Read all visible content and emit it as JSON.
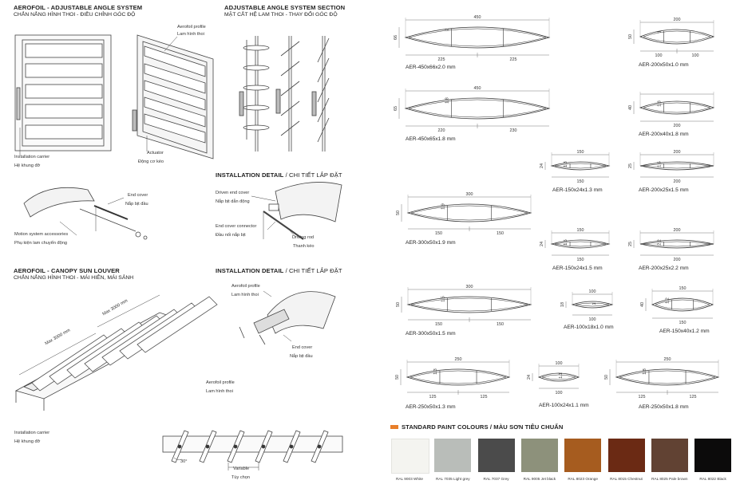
{
  "left": {
    "s1": {
      "title": "AEROFOIL - ADJUSTABLE ANGLE SYSTEM",
      "subtitle": "CHẮN NẮNG HÌNH THOI - ĐIỀU CHỈNH GÓC ĐỘ"
    },
    "s2": {
      "title": "ADJUSTABLE ANGLE SYSTEM SECTION",
      "subtitle": "MẶT CẮT HỆ LAM THOI - THAY ĐỔI GÓC ĐỘ"
    },
    "s3": {
      "title": "INSTALLATION DETAIL",
      "subtitle": " / CHI TIẾT LẮP ĐẶT"
    },
    "s4": {
      "title": "AEROFOIL - CANOPY SUN LOUVER",
      "subtitle": "CHẮN NẮNG HÌNH THOI - MÁI HIÊN, MÁI SẢNH"
    },
    "s5": {
      "title": "INSTALLATION DETAIL",
      "subtitle": " / CHI TIẾT LẮP ĐẶT"
    },
    "labels": {
      "aerofoil_profile": "Aerofoil profile",
      "lam_hinh_thoi": "Lam hình thoi",
      "installation_carrier": "Installation carrier",
      "he_khung_do": "Hệ khung đỡ",
      "actuator": "Actuator",
      "dong_co_keo": "Động cơ kéo",
      "end_cover": "End cover",
      "nap_bit_dau": "Nắp bịt đầu",
      "motion_system": "Motion system accessories",
      "phu_kien": "Phụ kiện lam chuyển động",
      "driven_end_cover": "Driven end cover",
      "nap_bit_dan_dong": "Nắp bịt dẫn động",
      "end_cover_connector": "End cover connector",
      "dau_noi_nap_bit": "Đầu nối nắp bịt",
      "driving_rod": "Driving rod",
      "thanh_keo": "Thanh kéo",
      "max_3000_a": "Max 3000 mm",
      "max_3000_b": "Max 3000 mm",
      "deg30": "30°",
      "variable": "Variable",
      "tuy_chon": "Tùy chọn"
    }
  },
  "profiles": [
    {
      "code": "AER-450x66x2.0 mm",
      "width": "450",
      "height": "66",
      "wall": "2",
      "seg1": "225",
      "seg2": "225"
    },
    {
      "code": "AER-450x65x1.8 mm",
      "width": "450",
      "height": "65",
      "wall": "1.8",
      "seg1": "220",
      "seg2": "230"
    },
    {
      "code": "AER-200x50x1.0 mm",
      "width": "200",
      "height": "50",
      "wall": "1",
      "seg1": "100",
      "seg2": "100"
    },
    {
      "code": "AER-200x40x1.8 mm",
      "width": "200",
      "height": "40",
      "wall": "1.8",
      "seg1": "200"
    },
    {
      "code": "AER-150x24x1.3 mm",
      "width": "150",
      "height": "24",
      "wall": "1.3"
    },
    {
      "code": "AER-200x25x1.5 mm",
      "width": "200",
      "height": "25",
      "wall": "1.5"
    },
    {
      "code": "AER-300x50x1.9 mm",
      "width": "300",
      "height": "50",
      "wall": "1.9",
      "seg1": "150",
      "seg2": "150"
    },
    {
      "code": "AER-150x24x1.5 mm",
      "width": "150",
      "height": "24",
      "wall": "1.5"
    },
    {
      "code": "AER-200x25x2.2 mm",
      "width": "200",
      "height": "25",
      "wall": "2.2"
    },
    {
      "code": "AER-300x50x1.5 mm",
      "width": "300",
      "height": "50",
      "wall": "1.5",
      "seg1": "150",
      "seg2": "150"
    },
    {
      "code": "AER-100x18x1.0 mm",
      "width": "100",
      "height": "18",
      "wall": "1"
    },
    {
      "code": "AER-150x40x1.2 mm",
      "width": "150",
      "height": "40",
      "wall": "1.2"
    },
    {
      "code": "AER-250x50x1.3 mm",
      "width": "250",
      "height": "50",
      "wall": "1.3",
      "seg1": "125",
      "seg2": "125"
    },
    {
      "code": "AER-100x24x1.1 mm",
      "width": "100",
      "height": "24",
      "wall": "1.1"
    },
    {
      "code": "AER-250x50x1.8 mm",
      "width": "250",
      "height": "50",
      "wall": "1.8",
      "seg1": "125",
      "seg2": "125"
    }
  ],
  "paint": {
    "title": "STANDARD PAINT COLOURS / MÀU SƠN TIÊU CHUẨN",
    "accent": "#e87f2a",
    "colours": [
      {
        "name": "RAL 9003 White",
        "hex": "#f4f4f0"
      },
      {
        "name": "RAL 7035 Light grey",
        "hex": "#b9bdb9"
      },
      {
        "name": "RAL 7037 Grey",
        "hex": "#4b4b4b"
      },
      {
        "name": "RAL 9005 Jet black",
        "hex": "#8d917b"
      },
      {
        "name": "RAL 8023 Orange",
        "hex": "#a65c1f"
      },
      {
        "name": "RAL 8015 Chestnut",
        "hex": "#6b2a14"
      },
      {
        "name": "RAL 8025 Pale brown",
        "hex": "#614233"
      },
      {
        "name": "RAL 8022 Black",
        "hex": "#0c0b0b"
      }
    ]
  }
}
